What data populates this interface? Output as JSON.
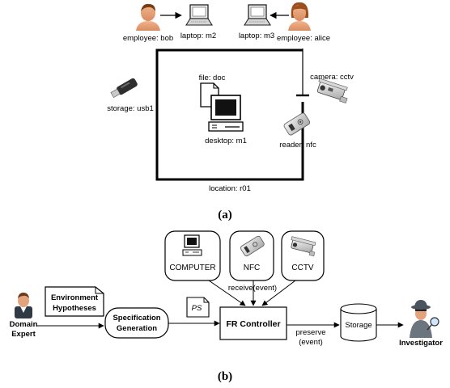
{
  "part_a": {
    "caption": "(a)",
    "employee_bob": "employee: bob",
    "laptop_m2": "laptop: m2",
    "laptop_m3": "laptop: m3",
    "employee_alice": "employee: alice",
    "camera": "camera: cctv",
    "storage": "storage: usb1",
    "file": "file: doc",
    "desktop": "desktop: m1",
    "reader": "reader: nfc",
    "location": "location: r01"
  },
  "part_b": {
    "caption": "(b)",
    "computer": "COMPUTER",
    "nfc": "NFC",
    "cctv": "CCTV",
    "receive": "receive(event)",
    "env_line1": "Environment",
    "env_line2": "Hypotheses",
    "spec_line1": "Specification",
    "spec_line2": "Generation",
    "ps": "PS",
    "controller": "FR Controller",
    "preserve_line1": "preserve",
    "preserve_line2": "(event)",
    "storage": "Storage",
    "expert_line1": "Domain",
    "expert_line2": "Expert",
    "investigator": "Investigator"
  },
  "colors": {
    "skin": "#e8a27a",
    "hair": "#8a4a1e",
    "suit": "#2f3a44",
    "usb": "#3a3a3a",
    "device_gray": "#c8c8c8"
  },
  "icons": [
    "person-icon",
    "laptop-icon",
    "camera-icon",
    "usb-icon",
    "file-icon",
    "desktop-icon",
    "nfc-reader-icon",
    "storage-cylinder-icon",
    "document-icon",
    "investigator-icon"
  ]
}
